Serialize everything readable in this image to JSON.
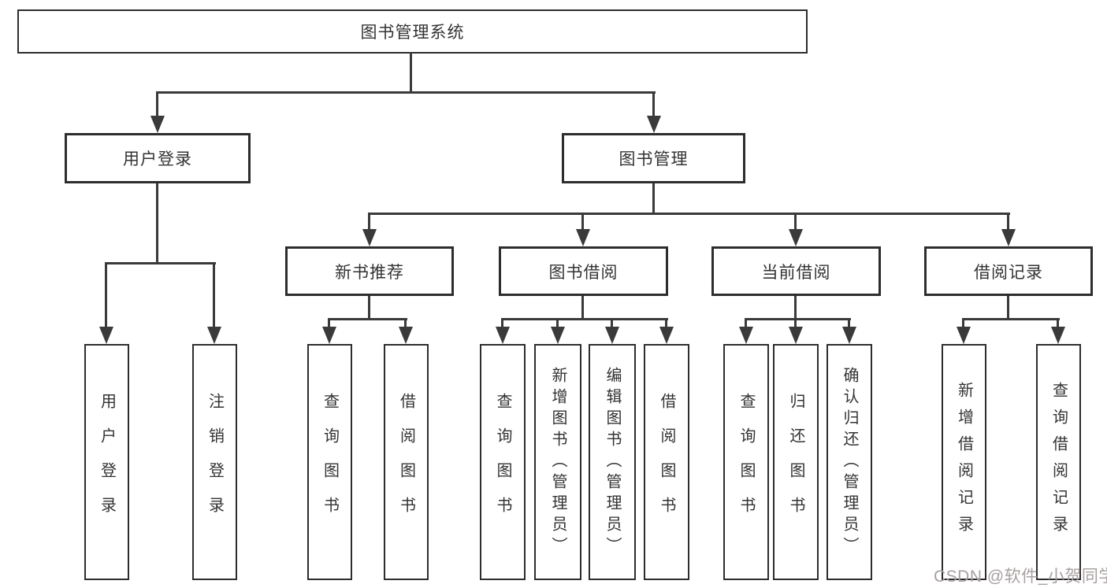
{
  "diagram": {
    "root": "图书管理系统",
    "level2": [
      "用户登录",
      "图书管理"
    ],
    "level3": [
      "新书推荐",
      "图书借阅",
      "当前借阅",
      "借阅记录"
    ],
    "leaves": {
      "user_login": [
        "用户登录",
        "注销登录"
      ],
      "new_book_rec": [
        "查询图书",
        "借阅图书"
      ],
      "book_borrow": [
        "查询图书",
        "新增图书（管理员）",
        "编辑图书（管理员）",
        "借阅图书"
      ],
      "current_borrow": [
        "查询图书",
        "归还图书",
        "确认归还（管理员）"
      ],
      "borrow_records": [
        "新增借阅记录",
        "查询借阅记录"
      ]
    }
  },
  "watermark": "CSDN @软件_小贺同学",
  "colors": {
    "line": "#3a3a3a",
    "box_border": "#2d2d2d",
    "text": "#333333",
    "background": "#ffffff",
    "watermark": "#a8a0a0"
  }
}
